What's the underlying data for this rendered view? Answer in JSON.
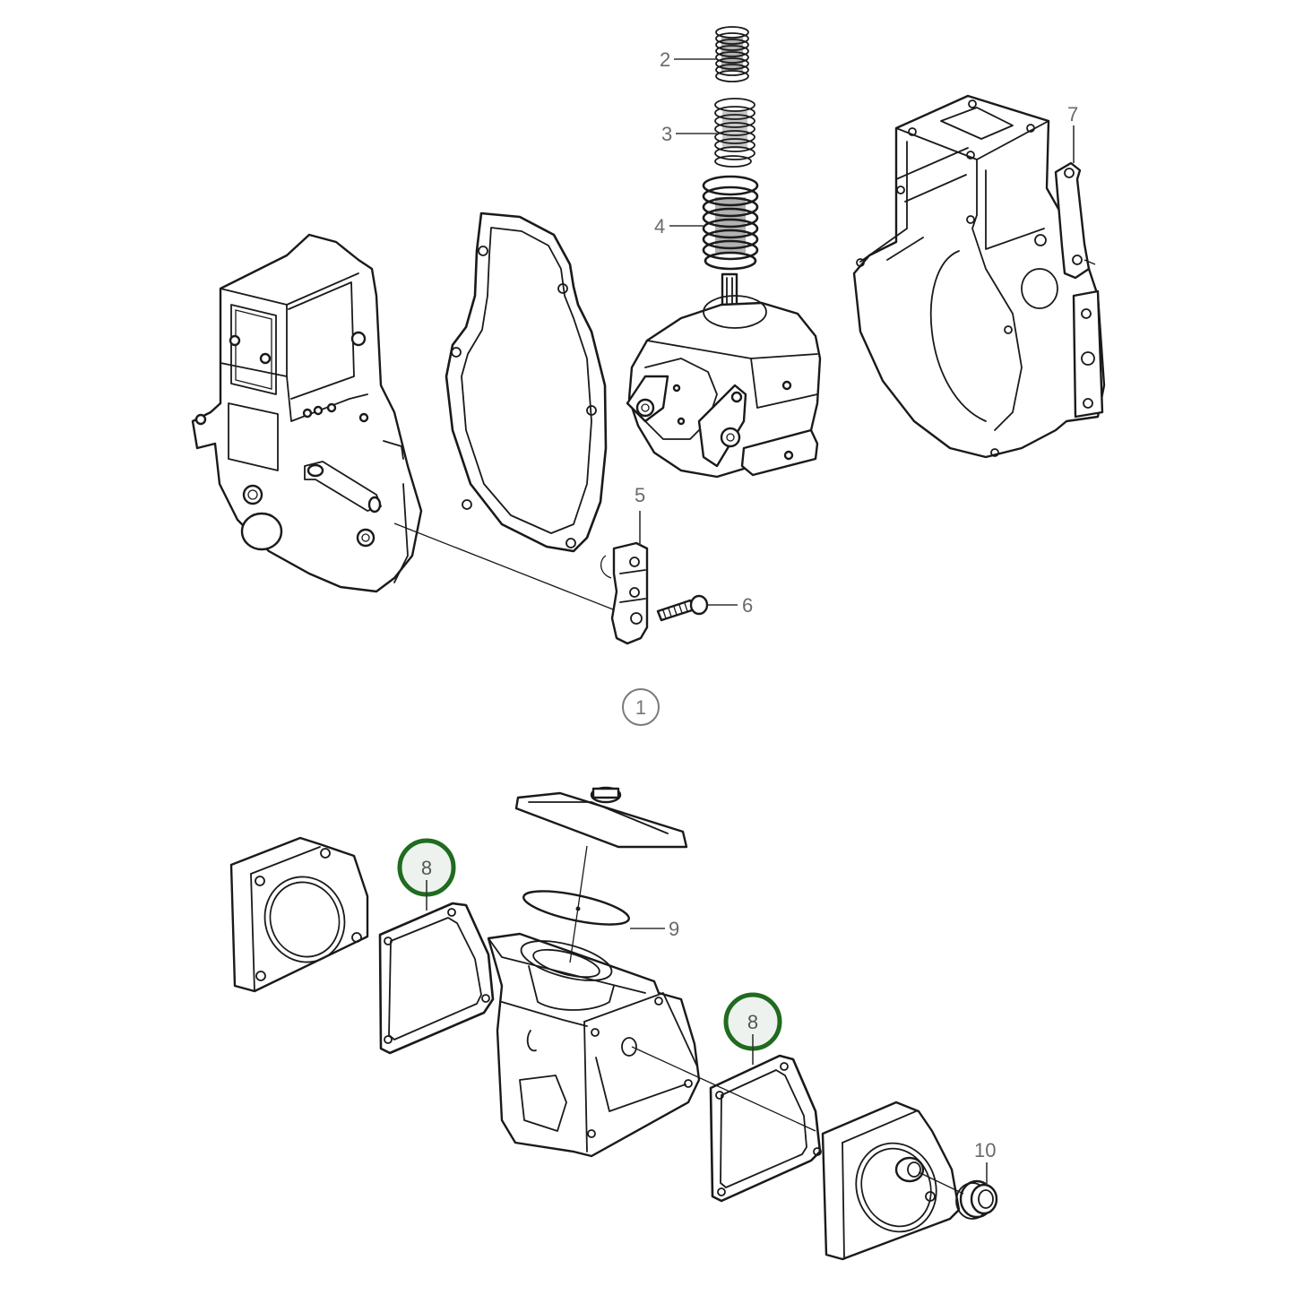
{
  "figure": {
    "label": "1",
    "type": "exploded parts diagram"
  },
  "colors": {
    "line": "#1a1a1a",
    "callout_text": "#6a6a6a",
    "highlight_ring": "#1f6b1f",
    "highlight_fill": "#eef2ee",
    "background": "#ffffff"
  },
  "callouts": {
    "c2": "2",
    "c3": "3",
    "c4": "4",
    "c5": "5",
    "c6": "6",
    "c7": "7",
    "c8a": "8",
    "c8b": "8",
    "c9": "9",
    "c10": "10"
  },
  "highlighted_parts": [
    "8"
  ]
}
